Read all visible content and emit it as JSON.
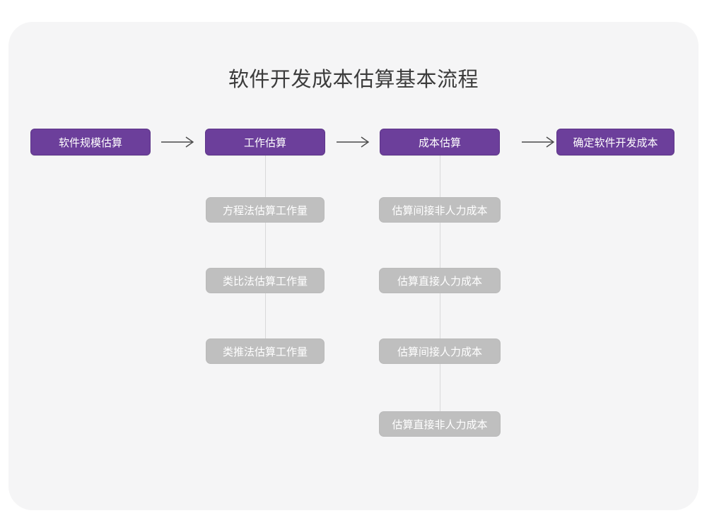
{
  "title": "软件开发成本估算基本流程",
  "colors": {
    "page_background": "#ffffff",
    "card_background": "#f5f5f6",
    "primary_node": "#6c3f9b",
    "primary_node_border": "#5d3589",
    "sub_node": "#bfbfbf",
    "connector_line": "#d9d9da",
    "arrow": "#4a4a4a",
    "title_text": "#3c3c3c",
    "node_text": "#ffffff"
  },
  "main_flow": [
    {
      "label": "软件规模估算"
    },
    {
      "label": "工作估算"
    },
    {
      "label": "成本估算"
    },
    {
      "label": "确定软件开发成本"
    }
  ],
  "arrows": [
    {
      "name": "arrow-1",
      "glyph": "→"
    },
    {
      "name": "arrow-2",
      "glyph": "→"
    },
    {
      "name": "arrow-3",
      "glyph": "→"
    }
  ],
  "sub_flows": {
    "work_estimation": [
      {
        "label": "方程法估算工作量"
      },
      {
        "label": "类比法估算工作量"
      },
      {
        "label": "类推法估算工作量"
      }
    ],
    "cost_estimation": [
      {
        "label": "估算间接非人力成本"
      },
      {
        "label": "估算直接人力成本"
      },
      {
        "label": "估算间接人力成本"
      },
      {
        "label": "估算直接非人力成本"
      }
    ]
  },
  "chart_data": {
    "type": "table",
    "title": "软件开发成本估算基本流程",
    "nodes": [
      {
        "id": "n1",
        "level": 1,
        "column": 1,
        "label": "软件规模估算",
        "style": "primary"
      },
      {
        "id": "n2",
        "level": 1,
        "column": 2,
        "label": "工作估算",
        "style": "primary"
      },
      {
        "id": "n3",
        "level": 1,
        "column": 3,
        "label": "成本估算",
        "style": "primary"
      },
      {
        "id": "n4",
        "level": 1,
        "column": 4,
        "label": "确定软件开发成本",
        "style": "primary"
      },
      {
        "id": "n2a",
        "level": 2,
        "column": 2,
        "label": "方程法估算工作量",
        "style": "sub"
      },
      {
        "id": "n2b",
        "level": 3,
        "column": 2,
        "label": "类比法估算工作量",
        "style": "sub"
      },
      {
        "id": "n2c",
        "level": 4,
        "column": 2,
        "label": "类推法估算工作量",
        "style": "sub"
      },
      {
        "id": "n3a",
        "level": 2,
        "column": 3,
        "label": "估算间接非人力成本",
        "style": "sub"
      },
      {
        "id": "n3b",
        "level": 3,
        "column": 3,
        "label": "估算直接人力成本",
        "style": "sub"
      },
      {
        "id": "n3c",
        "level": 4,
        "column": 3,
        "label": "估算间接人力成本",
        "style": "sub"
      },
      {
        "id": "n3d",
        "level": 5,
        "column": 3,
        "label": "估算直接非人力成本",
        "style": "sub"
      }
    ],
    "edges": [
      {
        "from": "n1",
        "to": "n2",
        "type": "arrow"
      },
      {
        "from": "n2",
        "to": "n3",
        "type": "arrow"
      },
      {
        "from": "n3",
        "to": "n4",
        "type": "arrow"
      },
      {
        "from": "n2",
        "to": "n2a",
        "type": "line"
      },
      {
        "from": "n2a",
        "to": "n2b",
        "type": "line"
      },
      {
        "from": "n2b",
        "to": "n2c",
        "type": "line"
      },
      {
        "from": "n3",
        "to": "n3a",
        "type": "line"
      },
      {
        "from": "n3a",
        "to": "n3b",
        "type": "line"
      },
      {
        "from": "n3b",
        "to": "n3c",
        "type": "line"
      },
      {
        "from": "n3c",
        "to": "n3d",
        "type": "line"
      }
    ]
  }
}
